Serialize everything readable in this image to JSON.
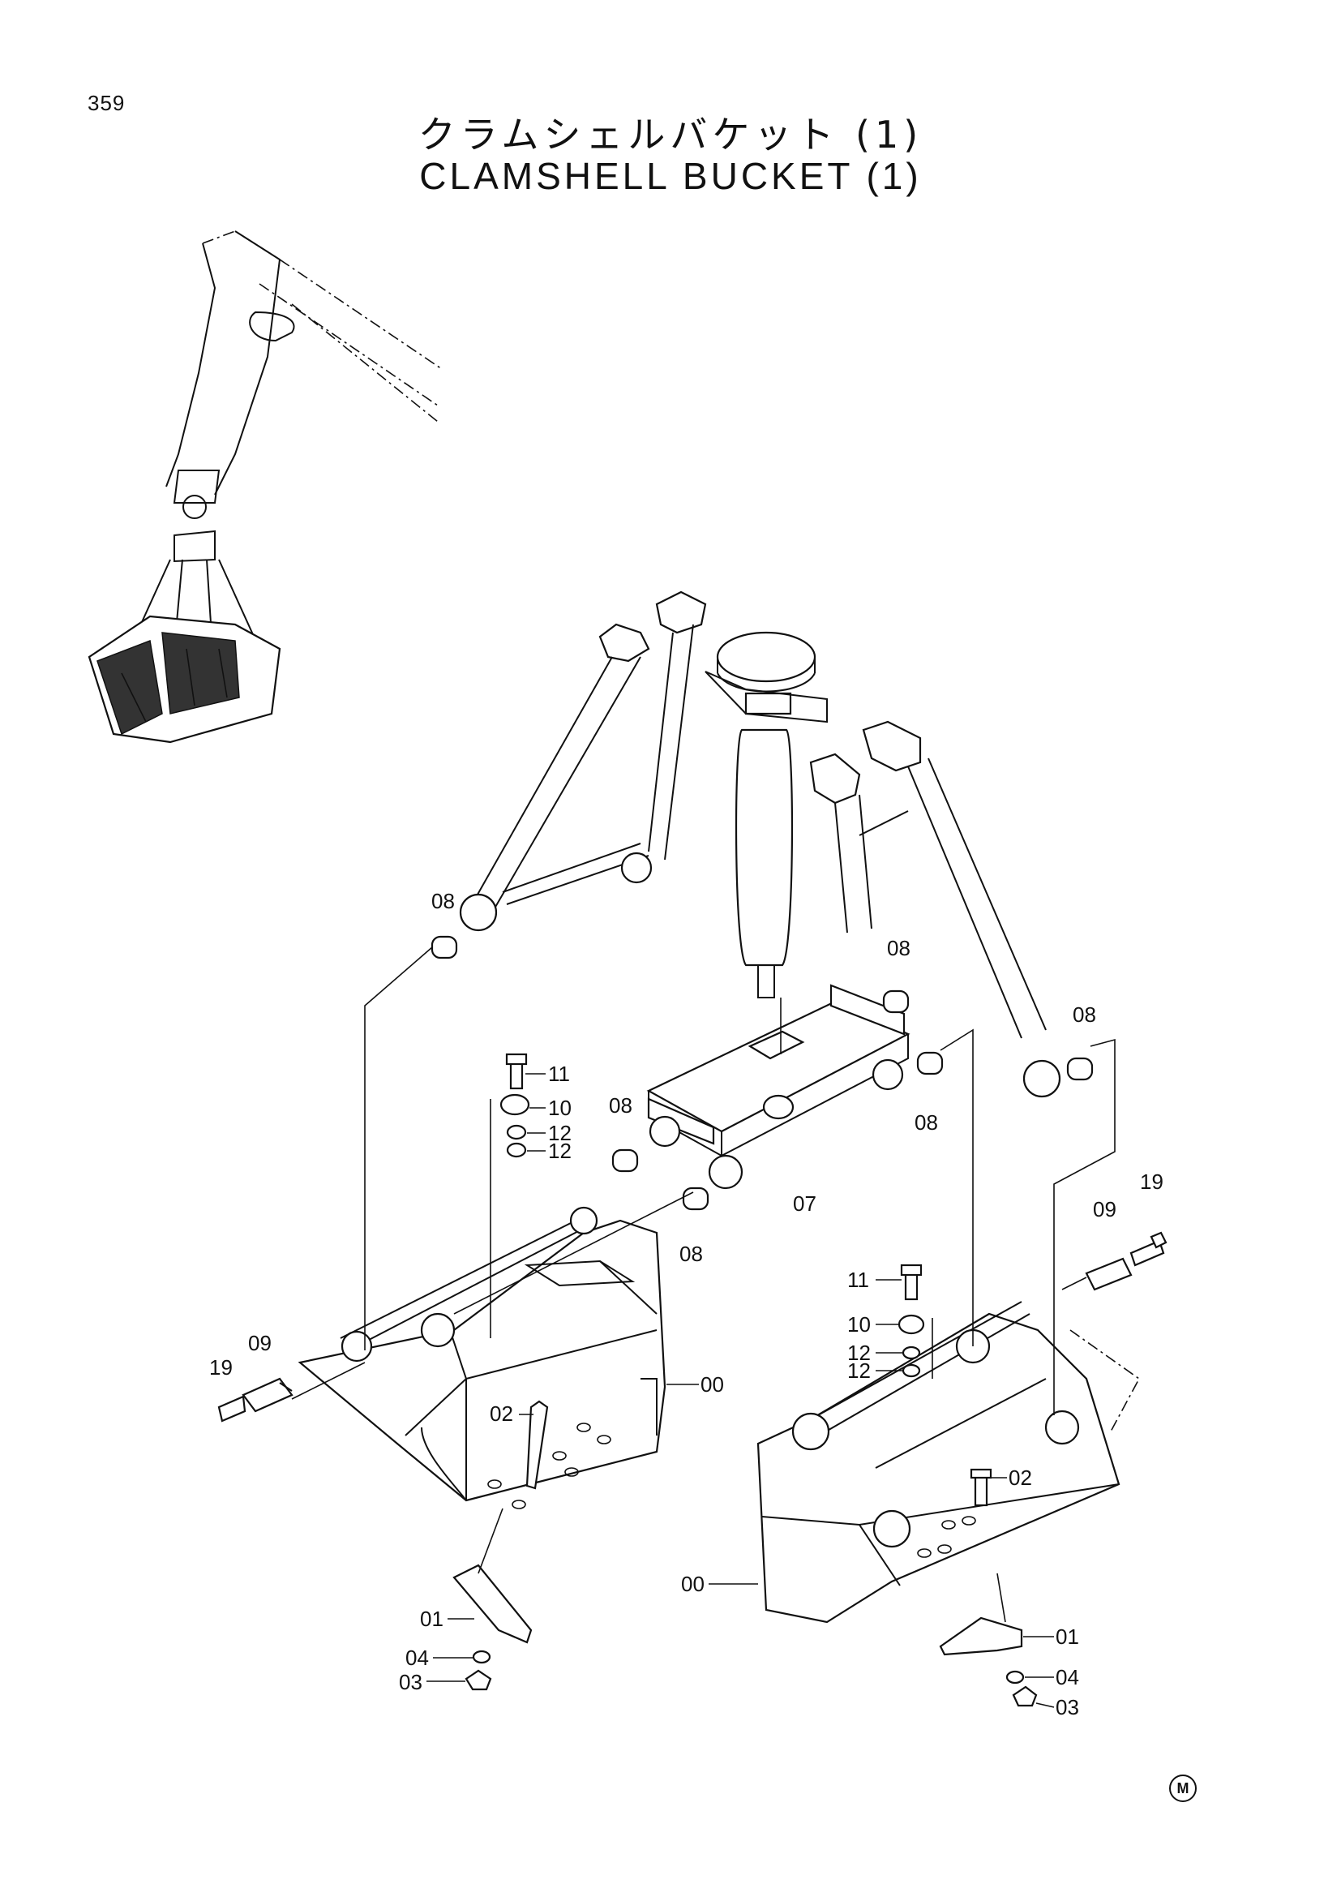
{
  "page_number": "359",
  "title_jp": "クラムシェルバケット (1)",
  "title_en": "CLAMSHELL  BUCKET  (1)",
  "mark": "M",
  "callouts": [
    {
      "id": "c08a",
      "text": "08"
    },
    {
      "id": "c08b",
      "text": "08"
    },
    {
      "id": "c08c",
      "text": "08"
    },
    {
      "id": "c08d",
      "text": "08"
    },
    {
      "id": "c08e",
      "text": "08"
    },
    {
      "id": "c08f",
      "text": "08"
    },
    {
      "id": "c11a",
      "text": "11"
    },
    {
      "id": "c10a",
      "text": "10"
    },
    {
      "id": "c12a",
      "text": "12"
    },
    {
      "id": "c12b",
      "text": "12"
    },
    {
      "id": "c07",
      "text": "07"
    },
    {
      "id": "c19a",
      "text": "19"
    },
    {
      "id": "c09a",
      "text": "09"
    },
    {
      "id": "c00a",
      "text": "00"
    },
    {
      "id": "c02a",
      "text": "02"
    },
    {
      "id": "c01a",
      "text": "01"
    },
    {
      "id": "c04a",
      "text": "04"
    },
    {
      "id": "c03a",
      "text": "03"
    },
    {
      "id": "c19b",
      "text": "19"
    },
    {
      "id": "c09b",
      "text": "09"
    },
    {
      "id": "c11b",
      "text": "11"
    },
    {
      "id": "c10b",
      "text": "10"
    },
    {
      "id": "c12c",
      "text": "12"
    },
    {
      "id": "c12d",
      "text": "12"
    },
    {
      "id": "c02b",
      "text": "02"
    },
    {
      "id": "c00b",
      "text": "00"
    },
    {
      "id": "c01b",
      "text": "01"
    },
    {
      "id": "c04b",
      "text": "04"
    },
    {
      "id": "c03b",
      "text": "03"
    }
  ]
}
